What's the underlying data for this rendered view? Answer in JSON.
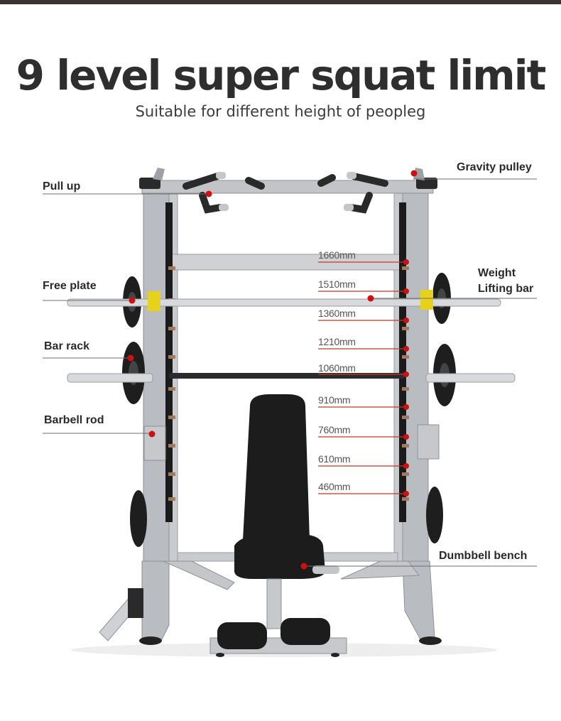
{
  "header": {
    "title": "9 level super squat limit",
    "subtitle": "Suitable for different height of peopleg"
  },
  "callouts": {
    "pull_up": "Pull up",
    "gravity_pulley": "Gravity pulley",
    "free_plate": "Free plate",
    "weight_lifting_bar_line1": "Weight",
    "weight_lifting_bar_line2": "Lifting bar",
    "bar_rack": "Bar rack",
    "barbell_rod": "Barbell rod",
    "dumbbell_bench": "Dumbbell bench"
  },
  "height_levels": [
    "1660mm",
    "1510mm",
    "1360mm",
    "1210mm",
    "1060mm",
    "910mm",
    "760mm",
    "610mm",
    "460mm"
  ],
  "colors": {
    "accent_red": "#cc1414",
    "frame_silver": "#b9bcc0",
    "bench_black": "#1c1c1c",
    "title_dark": "#2e2e2e"
  }
}
